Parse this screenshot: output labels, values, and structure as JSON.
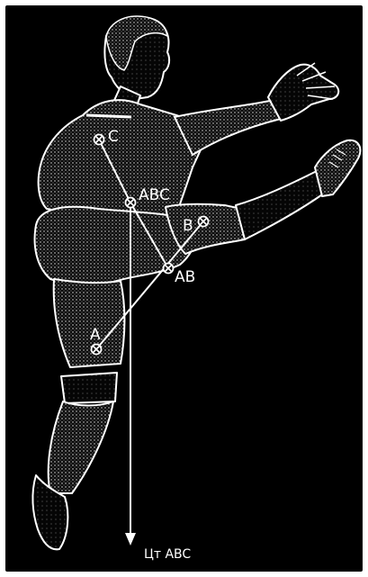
{
  "figure": {
    "background": "#000000",
    "line_color": "#ffffff",
    "points": {
      "A": "A",
      "B": "B",
      "C": "C",
      "AB": "AB",
      "ABC": "ABC"
    },
    "gravity_label": "Цт ABC"
  }
}
